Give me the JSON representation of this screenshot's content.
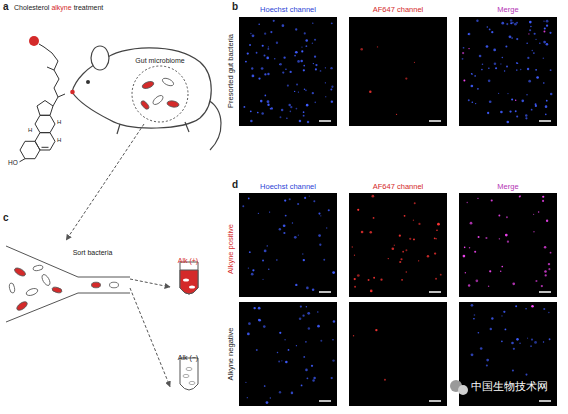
{
  "diagram": {
    "nodes": [
      {
        "text": [
          "Gut microbiome"
        ]
      },
      {
        "text": [
          "Sort bacteria"
        ]
      },
      {
        "text": [
          "Alk (+)"
        ]
      },
      {
        "text": [
          "Alk (−)"
        ]
      }
    ],
    "edges": [
      {
        "from": 0,
        "to": 1,
        "arrow": "to"
      },
      {
        "from": 1,
        "to": 2,
        "arrow": "to"
      },
      {
        "from": 1,
        "to": 3,
        "arrow": "to"
      }
    ],
    "labels": [
      "a",
      "Cholesterol",
      "alkyne",
      "treatment",
      "HO",
      "H",
      "H",
      "H",
      "b",
      "Hoechst channel",
      "AF647 channel",
      "Merge",
      "Presorted gut bacteria",
      "c",
      "d",
      "Hoechst channel",
      "AF647 channel",
      "Merge",
      "Alkyne positive",
      "Alkyne negative",
      "中国生物技术网"
    ]
  }
}
